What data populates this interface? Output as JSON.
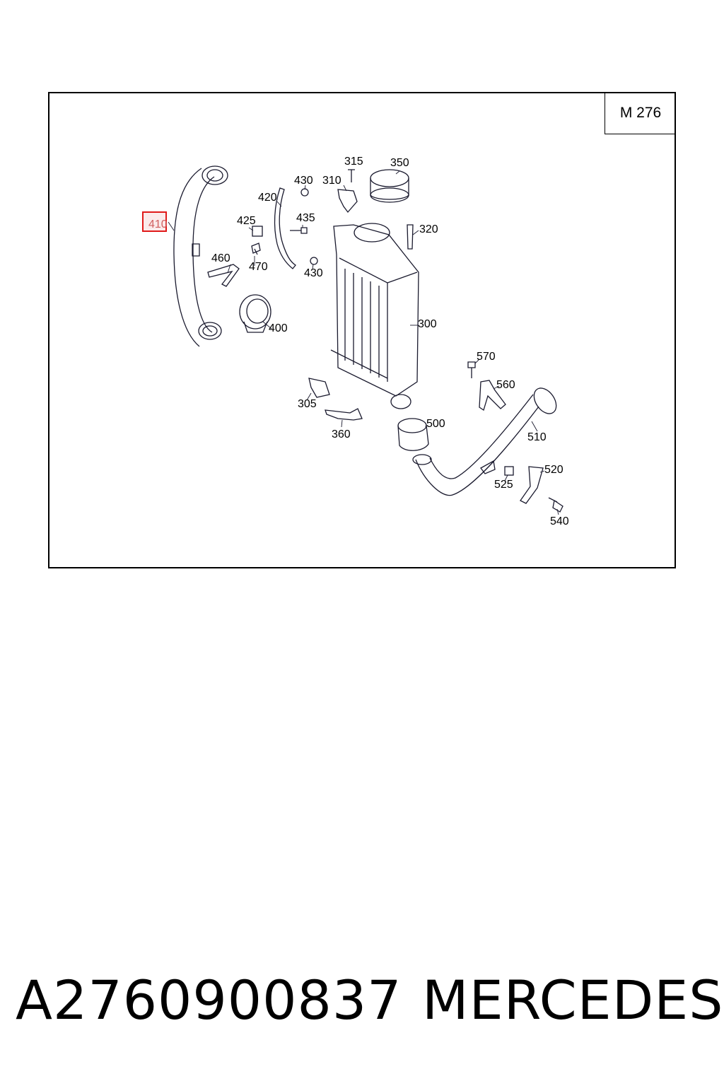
{
  "engine_code": "M 276",
  "highlighted_part": "410",
  "callouts": [
    "300",
    "305",
    "310",
    "315",
    "320",
    "350",
    "360",
    "400",
    "420",
    "425",
    "430",
    "435",
    "430",
    "460",
    "470",
    "500",
    "510",
    "520",
    "525",
    "540",
    "560",
    "570"
  ],
  "part_number": "A2760900837",
  "brand": "MERCEDES"
}
